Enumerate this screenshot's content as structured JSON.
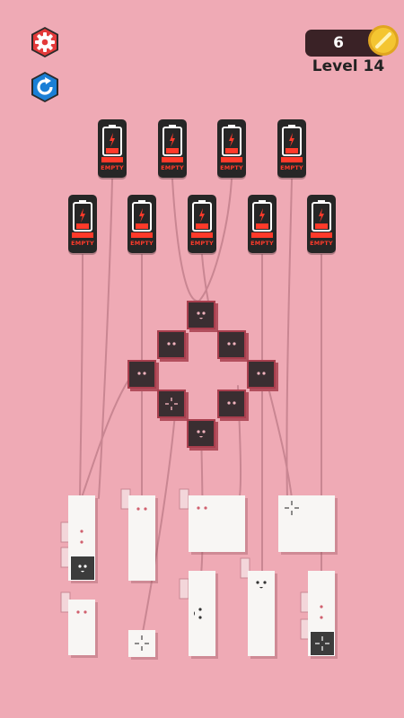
{
  "hud": {
    "coins": "6",
    "level": "Level 14",
    "coin_color": "#f4c531",
    "settings_color": "#e33a3a",
    "restart_color": "#1a7fd6"
  },
  "batteries": [
    {
      "status": "EMPTY"
    },
    {
      "status": "EMPTY"
    },
    {
      "status": "EMPTY"
    },
    {
      "status": "EMPTY"
    },
    {
      "status": "EMPTY"
    },
    {
      "status": "EMPTY"
    },
    {
      "status": "EMPTY"
    },
    {
      "status": "EMPTY"
    },
    {
      "status": "EMPTY"
    }
  ],
  "icons": {
    "settings": "gear-icon",
    "restart": "refresh-icon",
    "coin": "coin-icon",
    "battery": "battery-empty-icon"
  }
}
